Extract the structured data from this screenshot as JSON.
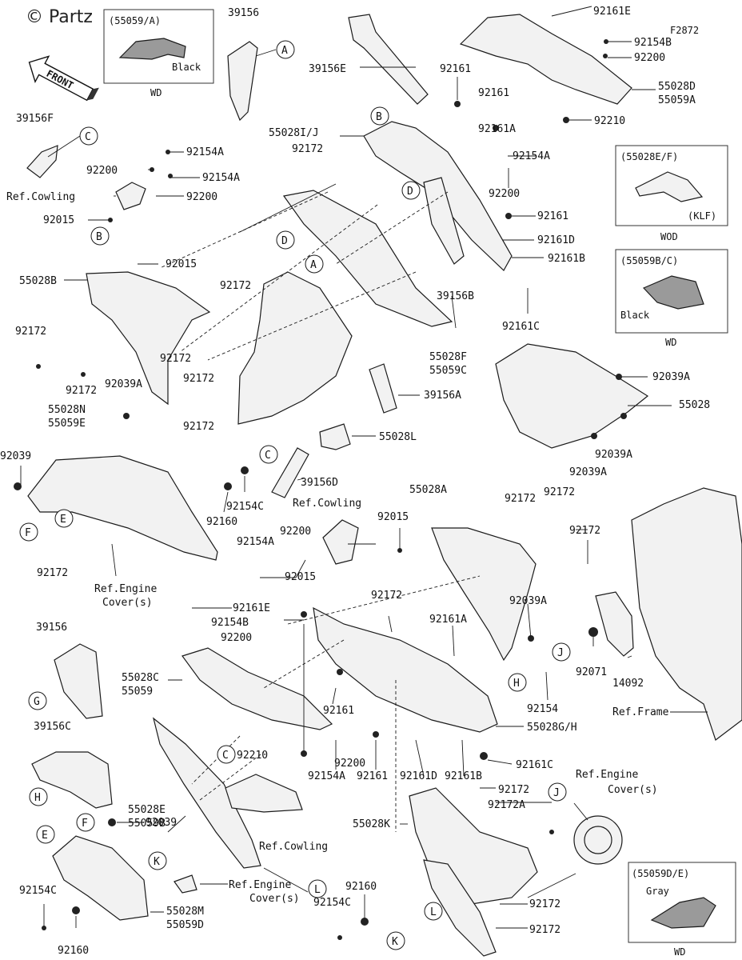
{
  "watermark": "© Partz",
  "front_arrow_text": "FRONT",
  "figure_code": "F2872",
  "insets": [
    {
      "code": "(55059/A)",
      "color": "Black",
      "footer": "WD"
    },
    {
      "code": "(55028E/F)",
      "color": "(KLF)",
      "footer": "WOD"
    },
    {
      "code": "(55059B/C)",
      "color": "Black",
      "footer": "WD"
    },
    {
      "code": "(55059D/E)",
      "color": "Gray",
      "footer": "WD"
    }
  ],
  "circle_letters": [
    "A",
    "B",
    "C",
    "D",
    "E",
    "F",
    "G",
    "H",
    "J",
    "K",
    "L"
  ],
  "callouts": [
    {
      "id": "c01",
      "text": "39156"
    },
    {
      "id": "c02",
      "text": "39156E"
    },
    {
      "id": "c03",
      "text": "92161E"
    },
    {
      "id": "c04",
      "text": "92154B"
    },
    {
      "id": "c05",
      "text": "92200"
    },
    {
      "id": "c06",
      "text": "55028D"
    },
    {
      "id": "c07",
      "text": "55059A"
    },
    {
      "id": "c08",
      "text": "92210"
    },
    {
      "id": "c09",
      "text": "92161"
    },
    {
      "id": "c10",
      "text": "92161"
    },
    {
      "id": "c11",
      "text": "92161A"
    },
    {
      "id": "c12",
      "text": "55028I/J"
    },
    {
      "id": "c13",
      "text": "92172"
    },
    {
      "id": "c14",
      "text": "39156F"
    },
    {
      "id": "c15",
      "text": "92154A"
    },
    {
      "id": "c16",
      "text": "92200"
    },
    {
      "id": "c17",
      "text": "92154A"
    },
    {
      "id": "c18",
      "text": "Ref.Cowling"
    },
    {
      "id": "c19",
      "text": "92200"
    },
    {
      "id": "c20",
      "text": "92015"
    },
    {
      "id": "c21",
      "text": "92154A"
    },
    {
      "id": "c22",
      "text": "92200"
    },
    {
      "id": "c23",
      "text": "92161"
    },
    {
      "id": "c24",
      "text": "92161D"
    },
    {
      "id": "c25",
      "text": "92161B"
    },
    {
      "id": "c26",
      "text": "92015"
    },
    {
      "id": "c27",
      "text": "55028B"
    },
    {
      "id": "c28",
      "text": "92172"
    },
    {
      "id": "c29",
      "text": "39156B"
    },
    {
      "id": "c30",
      "text": "92161C"
    },
    {
      "id": "c31",
      "text": "92172"
    },
    {
      "id": "c32",
      "text": "92172"
    },
    {
      "id": "c33",
      "text": "92172"
    },
    {
      "id": "c34",
      "text": "92039A"
    },
    {
      "id": "c35",
      "text": "55028F"
    },
    {
      "id": "c36",
      "text": "55059C"
    },
    {
      "id": "c37",
      "text": "92039A"
    },
    {
      "id": "c38",
      "text": "55028"
    },
    {
      "id": "c39",
      "text": "92172"
    },
    {
      "id": "c40",
      "text": "39156A"
    },
    {
      "id": "c41",
      "text": "92172"
    },
    {
      "id": "c42",
      "text": "92039A"
    },
    {
      "id": "c43",
      "text": "92039A"
    },
    {
      "id": "c44",
      "text": "55028N"
    },
    {
      "id": "c45",
      "text": "55059E"
    },
    {
      "id": "c46",
      "text": "55028L"
    },
    {
      "id": "c47",
      "text": "92039"
    },
    {
      "id": "c48",
      "text": "39156D"
    },
    {
      "id": "c49",
      "text": "92154C"
    },
    {
      "id": "c50",
      "text": "92160"
    },
    {
      "id": "c51",
      "text": "Ref.Cowling"
    },
    {
      "id": "c52",
      "text": "55028A"
    },
    {
      "id": "c53",
      "text": "92172"
    },
    {
      "id": "c54",
      "text": "92172"
    },
    {
      "id": "c55",
      "text": "92015"
    },
    {
      "id": "c56",
      "text": "92172"
    },
    {
      "id": "c57",
      "text": "92200"
    },
    {
      "id": "c58",
      "text": "92154A"
    },
    {
      "id": "c59",
      "text": "92015"
    },
    {
      "id": "c60",
      "text": "92172"
    },
    {
      "id": "c61",
      "text": "Ref.Engine"
    },
    {
      "id": "c62",
      "text": "Cover(s)"
    },
    {
      "id": "c63",
      "text": "92161E"
    },
    {
      "id": "c64",
      "text": "92154B"
    },
    {
      "id": "c65",
      "text": "92172"
    },
    {
      "id": "c66",
      "text": "92161A"
    },
    {
      "id": "c67",
      "text": "92039A"
    },
    {
      "id": "c68",
      "text": "39156"
    },
    {
      "id": "c69",
      "text": "92200"
    },
    {
      "id": "c70",
      "text": "92071"
    },
    {
      "id": "c71",
      "text": "14092"
    },
    {
      "id": "c72",
      "text": "55028C"
    },
    {
      "id": "c73",
      "text": "55059"
    },
    {
      "id": "c74",
      "text": "92161"
    },
    {
      "id": "c75",
      "text": "92154"
    },
    {
      "id": "c76",
      "text": "Ref.Frame"
    },
    {
      "id": "c77",
      "text": "55028G/H"
    },
    {
      "id": "c78",
      "text": "39156C"
    },
    {
      "id": "c79",
      "text": "92210"
    },
    {
      "id": "c80",
      "text": "92200"
    },
    {
      "id": "c81",
      "text": "92154A"
    },
    {
      "id": "c82",
      "text": "92161"
    },
    {
      "id": "c83",
      "text": "92161D"
    },
    {
      "id": "c84",
      "text": "92161B"
    },
    {
      "id": "c85",
      "text": "92161C"
    },
    {
      "id": "c86",
      "text": "Ref.Engine"
    },
    {
      "id": "c87",
      "text": "Cover(s)"
    },
    {
      "id": "c88",
      "text": "92172"
    },
    {
      "id": "c89",
      "text": "92172A"
    },
    {
      "id": "c90",
      "text": "55028E"
    },
    {
      "id": "c91",
      "text": "55059B"
    },
    {
      "id": "c92",
      "text": "Ref.Cowling"
    },
    {
      "id": "c93",
      "text": "55028K"
    },
    {
      "id": "c94",
      "text": "92039"
    },
    {
      "id": "c95",
      "text": "Ref.Engine"
    },
    {
      "id": "c96",
      "text": "Cover(s)"
    },
    {
      "id": "c97",
      "text": "92154C"
    },
    {
      "id": "c98",
      "text": "55028M"
    },
    {
      "id": "c99",
      "text": "55059D"
    },
    {
      "id": "c100",
      "text": "92160"
    },
    {
      "id": "c101",
      "text": "92154C"
    },
    {
      "id": "c102",
      "text": "92172"
    },
    {
      "id": "c103",
      "text": "92160"
    },
    {
      "id": "c104",
      "text": "92172"
    }
  ]
}
